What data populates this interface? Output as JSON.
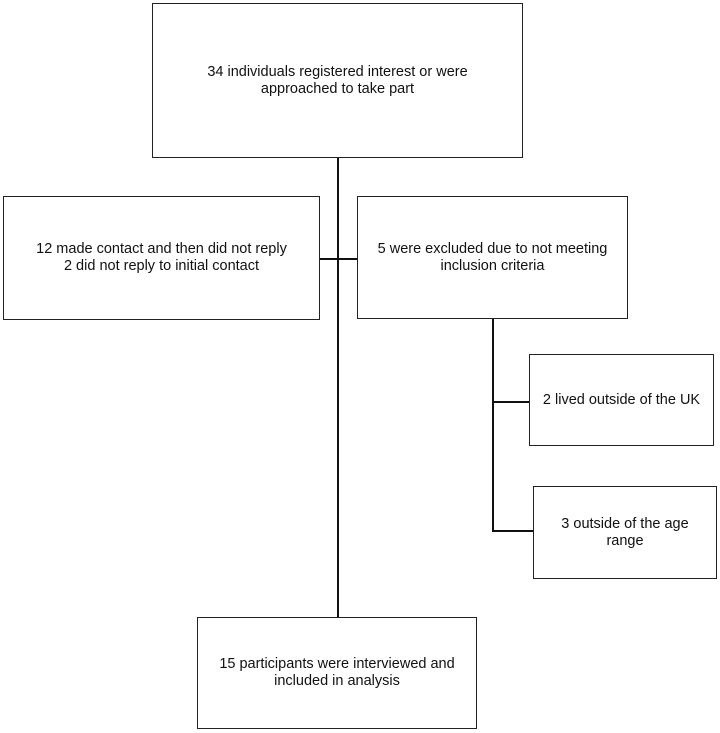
{
  "diagram": {
    "top_box": [
      "34 individuals registered interest or were",
      "approached to take part"
    ],
    "no_reply_box": [
      "12 made contact and then did not reply",
      "2 did not reply to initial contact"
    ],
    "excluded_box": [
      "5 were excluded due to not meeting",
      "inclusion criteria"
    ],
    "outside_uk_box": [
      "2 lived outside of the UK"
    ],
    "age_range_box": [
      "3 outside of the age",
      "range"
    ],
    "final_box": [
      "15 participants were interviewed and",
      "included in analysis"
    ]
  }
}
